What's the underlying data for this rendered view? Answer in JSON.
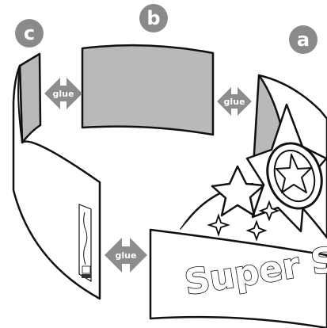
{
  "labels": {
    "a": "a",
    "b": "b",
    "c": "c"
  },
  "glue_label": "glue",
  "title_text": "Super St",
  "colors": {
    "badge": "#8a8a8a",
    "panel_grey": "#b9b9b9",
    "arrow": "#8d8d8d",
    "outline": "#111111",
    "band_white": "#ffffff"
  },
  "icons": [
    "star-icon",
    "sparkle-icon",
    "double-arrow-icon"
  ]
}
